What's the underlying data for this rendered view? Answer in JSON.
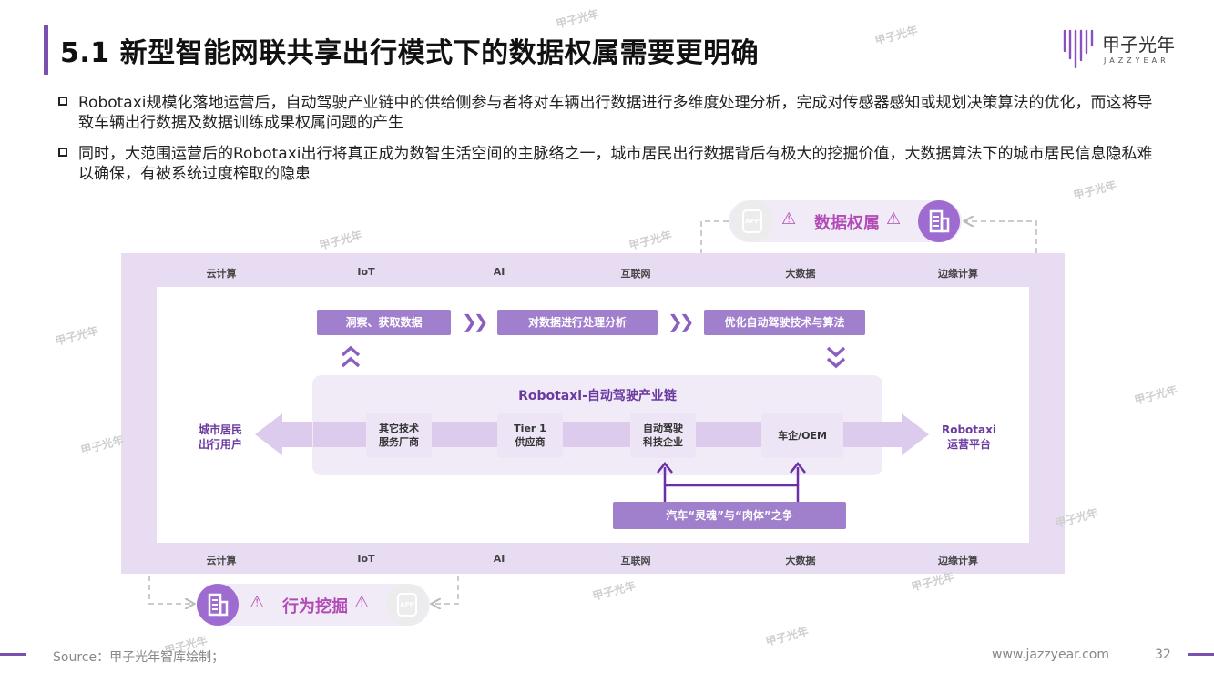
{
  "title": "5.1 新型智能网联共享出行模式下的数据权属需要更明确",
  "logo": {
    "name": "甲子光年",
    "sub": "JAZZYEAR"
  },
  "bullets": [
    "Robotaxi规模化落地运营后，自动驾驶产业链中的供给侧参与者将对车辆出行数据进行多维度处理分析，完成对传感器感知或规划决策算法的优化，而这将导致车辆出行数据及数据训练成果权属问题的产生",
    "同时，大范围运营后的Robotaxi出行将真正成为数智生活空间的主脉络之一，城市居民出行数据背后有极大的挖掘价值，大数据算法下的城市居民信息隐私难以确保，有被系统过度榨取的隐患"
  ],
  "tech_top": [
    "云计算",
    "IoT",
    "AI",
    "互联网",
    "大数据",
    "边缘计算"
  ],
  "tech_bottom": [
    "云计算",
    "IoT",
    "AI",
    "互联网",
    "大数据",
    "边缘计算"
  ],
  "steps": [
    "洞察、获取数据",
    "对数据进行处理分析",
    "优化自动驾驶技术与算法"
  ],
  "chain": {
    "title": "Robotaxi-自动驾驶产业链",
    "nodes": [
      "其它技术\n服务厂商",
      "Tier 1\n供应商",
      "自动驾驶\n科技企业",
      "车企/OEM"
    ]
  },
  "left_label": "城市居民\n出行用户",
  "right_label": "Robotaxi\n运营平台",
  "debate": "汽车“灵魂”与“肉体”之争",
  "pill_top": "数据权属",
  "pill_bottom": "行为挖掘",
  "app_label": "APP",
  "watermark": "甲子光年",
  "footer": {
    "source": "Source：甲子光年智库绘制；",
    "website": "www.jazzyear.com",
    "page": "32"
  },
  "colors": {
    "accent": "#7b4fb0",
    "step": "#a07fcc",
    "frame": "#e8dcf3",
    "warning": "#b24bb5"
  }
}
